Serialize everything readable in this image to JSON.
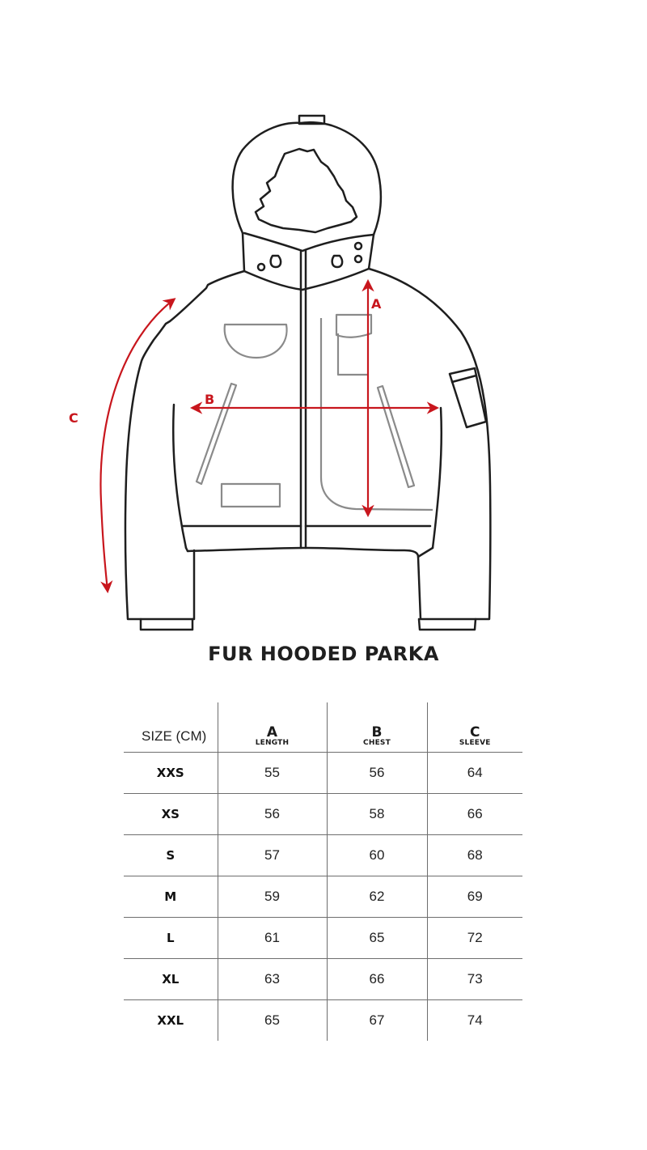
{
  "illustration": {
    "labels": {
      "a": "A",
      "b": "B",
      "c": "C"
    },
    "colors": {
      "outline": "#1e1e1e",
      "detail": "#8a8a8a",
      "measure": "#c8161d"
    }
  },
  "product": {
    "title": "FUR HOODED PARKA"
  },
  "size_table": {
    "header": {
      "size": "SIZE (CM)",
      "columns": [
        {
          "letter": "A",
          "name": "LENGTH"
        },
        {
          "letter": "B",
          "name": "CHEST"
        },
        {
          "letter": "C",
          "name": "SLEEVE"
        }
      ]
    },
    "rows": [
      {
        "size": "XXS",
        "length": "55",
        "chest": "56",
        "sleeve": "64"
      },
      {
        "size": "XS",
        "length": "56",
        "chest": "58",
        "sleeve": "66"
      },
      {
        "size": "S",
        "length": "57",
        "chest": "60",
        "sleeve": "68"
      },
      {
        "size": "M",
        "length": "59",
        "chest": "62",
        "sleeve": "69"
      },
      {
        "size": "L",
        "length": "61",
        "chest": "65",
        "sleeve": "72"
      },
      {
        "size": "XL",
        "length": "63",
        "chest": "66",
        "sleeve": "73"
      },
      {
        "size": "XXL",
        "length": "65",
        "chest": "67",
        "sleeve": "74"
      }
    ]
  }
}
